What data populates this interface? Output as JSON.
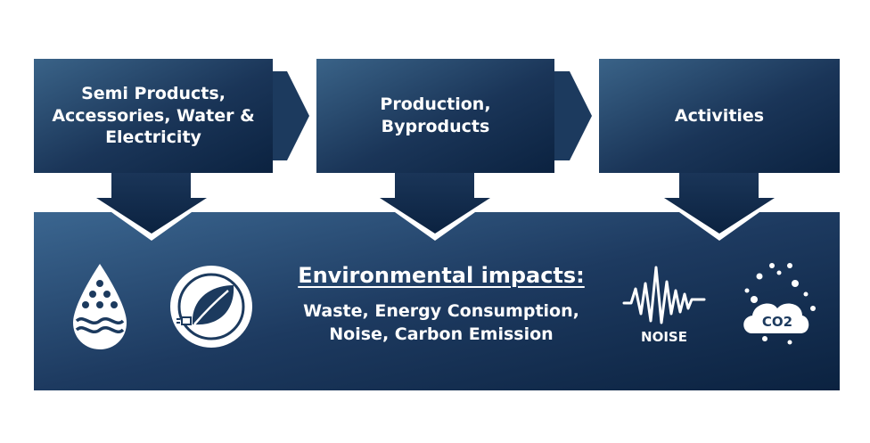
{
  "stages": [
    {
      "label_lines": [
        "Semi Products,",
        "Accessories, Water &",
        "Electricity"
      ]
    },
    {
      "label_lines": [
        "Production,",
        "Byproducts"
      ]
    },
    {
      "label_lines": [
        "Activities"
      ]
    }
  ],
  "impacts": {
    "heading": "Environmental impacts:",
    "lines": [
      "Waste, Energy Consumption,",
      "Noise, Carbon Emission"
    ]
  },
  "icons": {
    "left": [
      "water-drop-icon",
      "energy-leaf-icon"
    ],
    "right": [
      "noise-waveform-icon",
      "co2-cloud-icon"
    ],
    "noise_label": "NOISE",
    "co2_label": "CO2"
  },
  "colors": {
    "dark_navy": "#0b2240",
    "mid_blue": "#3a6388",
    "white": "#ffffff"
  }
}
